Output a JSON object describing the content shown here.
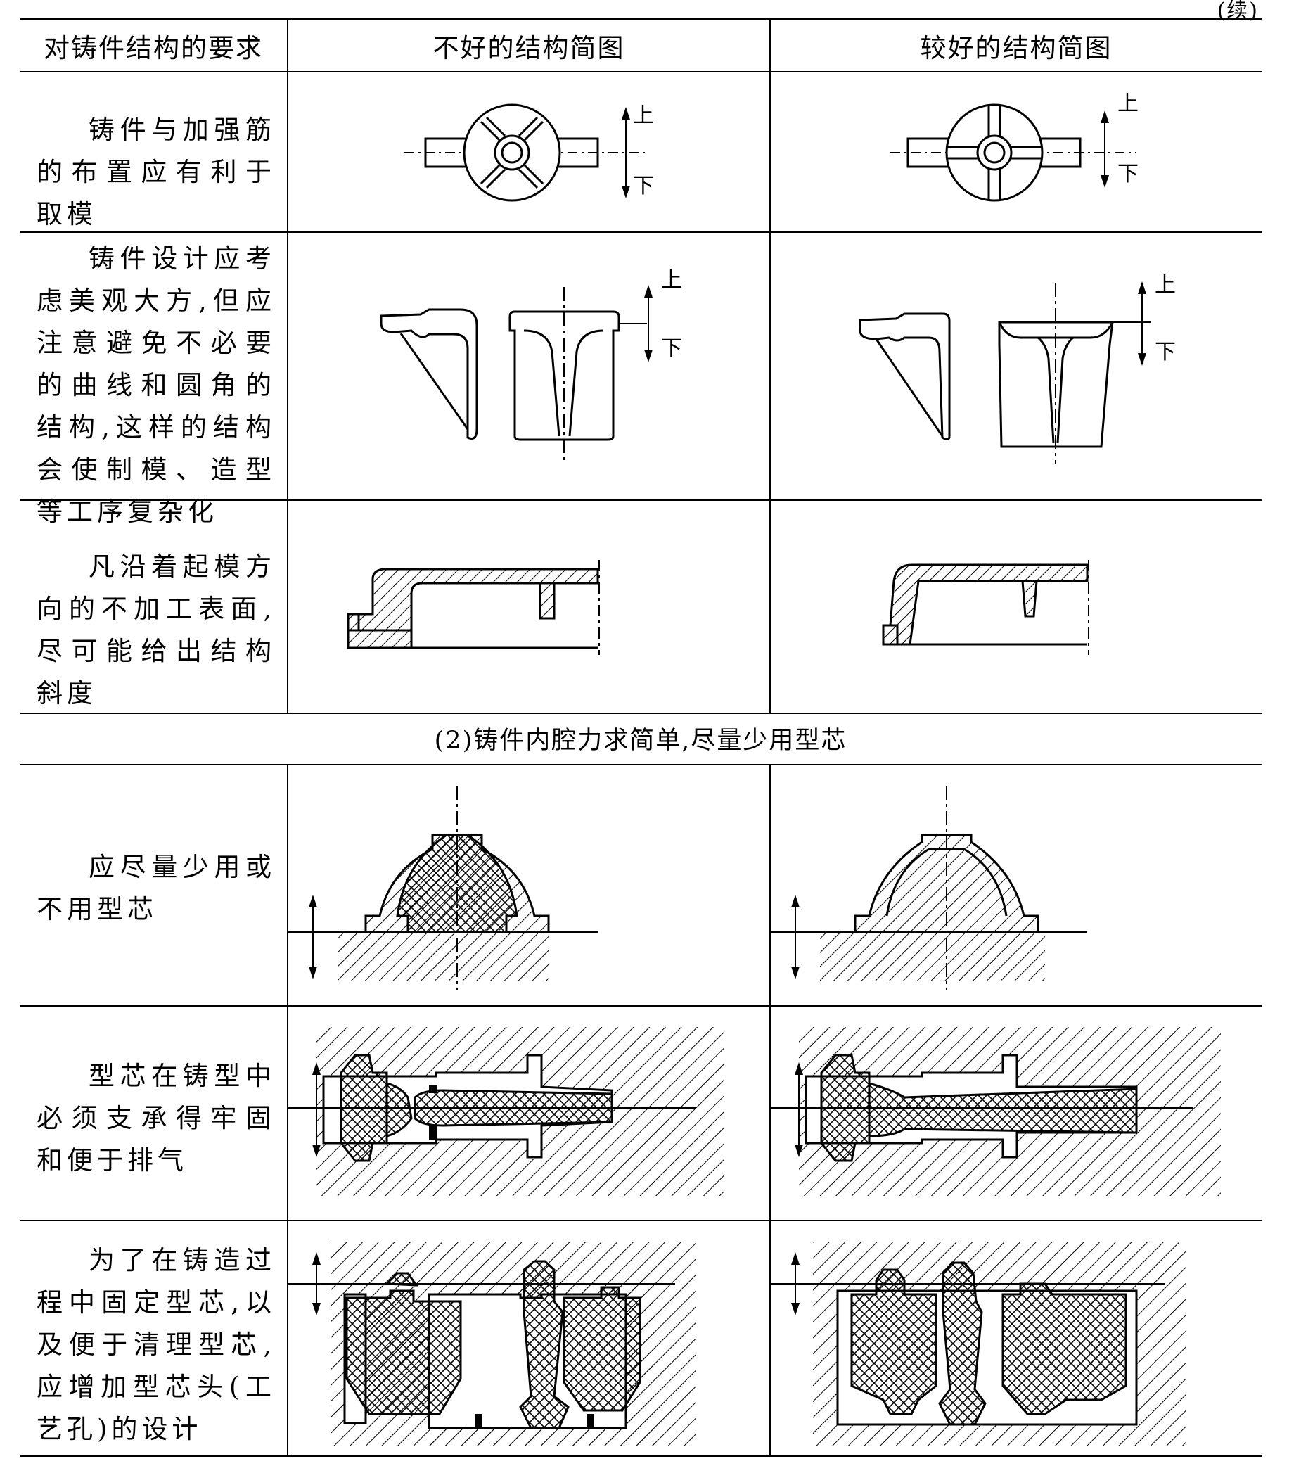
{
  "continued_mark": "(续)",
  "table": {
    "headers": [
      "对铸件结构的要求",
      "不好的结构简图",
      "较好的结构简图"
    ],
    "section_heading": "(2)铸件内腔力求简单,尽量少用型芯",
    "rows": [
      {
        "requirement": "铸件与加强筋的布置应有利于取模"
      },
      {
        "requirement": "铸件设计应考虑美观大方,但应注意避免不必要的曲线和圆角的结构,这样的结构会使制模、造型等工序复杂化"
      },
      {
        "requirement": "凡沿着起模方向的不加工表面,尽可能给出结构斜度"
      },
      {
        "requirement": "应尽量少用或不用型芯"
      },
      {
        "requirement": "型芯在铸型中必须支承得牢固和便于排气"
      },
      {
        "requirement": "为了在铸造过程中固定型芯,以及便于清理型芯,应增加型芯头(工艺孔)的设计"
      }
    ]
  },
  "figure_labels": {
    "up": "上",
    "down": "下"
  },
  "colors": {
    "ink": "#000000",
    "paper": "#ffffff"
  }
}
